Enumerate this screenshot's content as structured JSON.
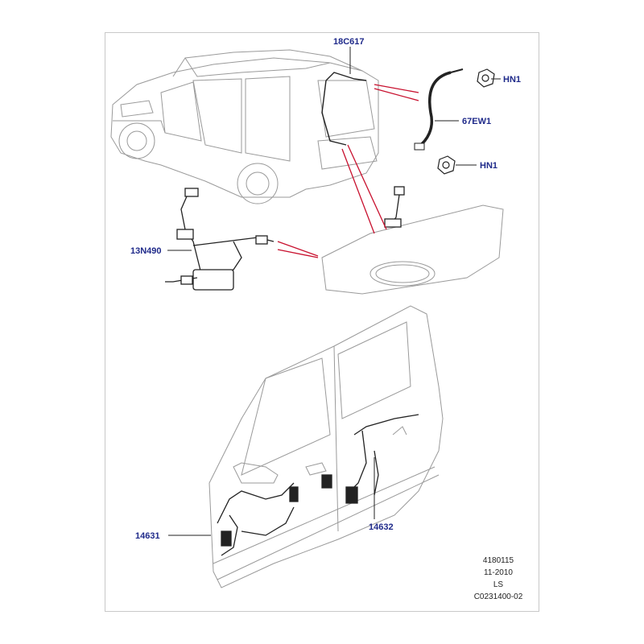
{
  "labels": {
    "p18c617": "18C617",
    "hn1_top": "HN1",
    "p67ew1": "67EW1",
    "hn1_bottom": "HN1",
    "p13n490": "13N490",
    "p14631": "14631",
    "p14632": "14632"
  },
  "reference": {
    "line1": "4180115",
    "line2": "11-2010",
    "line3": "LS",
    "line4": "C0231400-02"
  },
  "colors": {
    "label": "#1f2a8a",
    "callout_red": "#c8102e",
    "line_art": "#9a9a9a",
    "harness": "#222222"
  }
}
